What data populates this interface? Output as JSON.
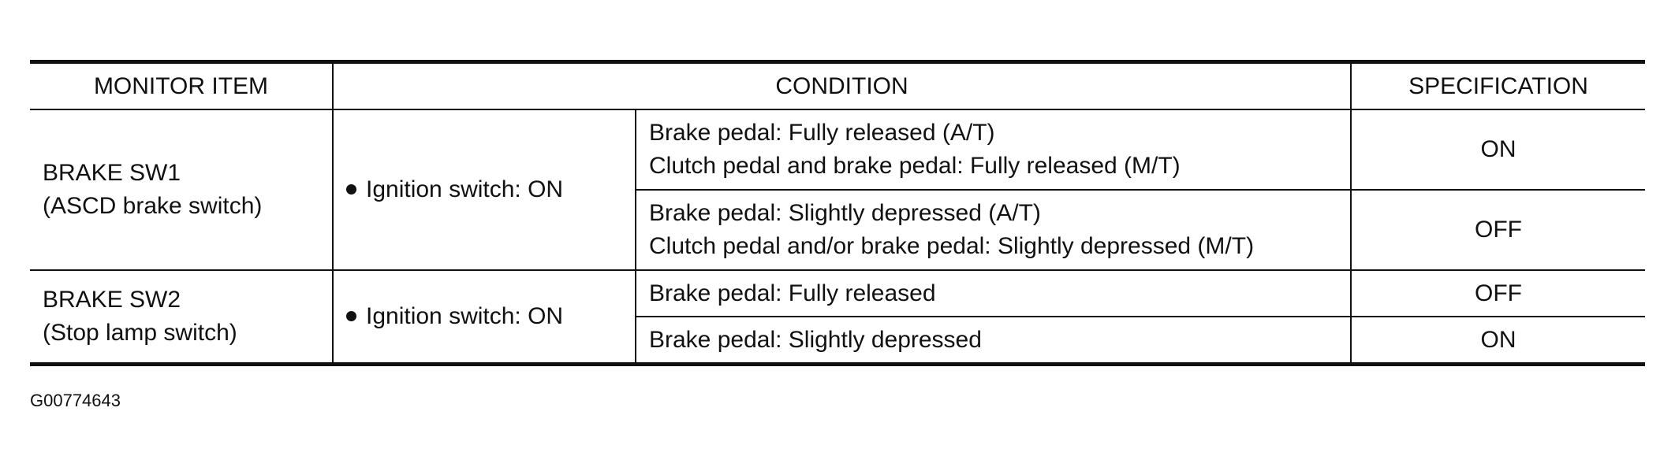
{
  "table": {
    "headers": {
      "monitor_item": "MONITOR ITEM",
      "condition": "CONDITION",
      "specification": "SPECIFICATION"
    },
    "groups": [
      {
        "item_name": "BRAKE SW1",
        "item_desc": "(ASCD brake switch)",
        "general_condition": "Ignition switch: ON",
        "rows": [
          {
            "condition_lines": [
              "Brake pedal: Fully released (A/T)",
              "Clutch pedal and brake pedal: Fully released (M/T)"
            ],
            "specification": "ON"
          },
          {
            "condition_lines": [
              "Brake pedal: Slightly depressed (A/T)",
              "Clutch pedal and/or brake pedal: Slightly depressed (M/T)"
            ],
            "specification": "OFF"
          }
        ]
      },
      {
        "item_name": "BRAKE SW2",
        "item_desc": "(Stop lamp switch)",
        "general_condition": "Ignition switch: ON",
        "rows": [
          {
            "condition_lines": [
              "Brake pedal: Fully released"
            ],
            "specification": "OFF"
          },
          {
            "condition_lines": [
              "Brake pedal: Slightly depressed"
            ],
            "specification": "ON"
          }
        ]
      }
    ]
  },
  "figure_id": "G00774643"
}
